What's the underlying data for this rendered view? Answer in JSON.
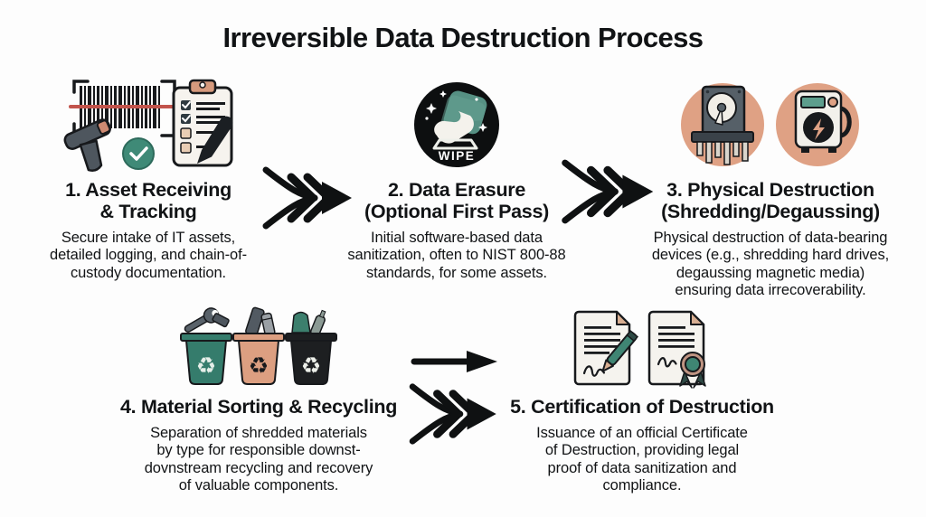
{
  "title": "Irreversible Data Destruction Process",
  "palette": {
    "background": "#fdfdfd",
    "text": "#111315",
    "teal": "#3f8573",
    "salmon": "#dfa184",
    "dark_gray": "#515a62",
    "black": "#17191c",
    "scan_red": "#c2544c",
    "paper": "#f4f1ec"
  },
  "steps": [
    {
      "id": 1,
      "icon_names": [
        "barcode-scanner-icon",
        "check-circle-icon",
        "clipboard-checklist-icon"
      ],
      "title_lines": [
        "1. Asset Receiving",
        "& Tracking"
      ],
      "body_lines": [
        "Secure intake of IT assets,",
        "detailed logging, and chain-of-",
        "custody documentation."
      ]
    },
    {
      "id": 2,
      "icon_names": [
        "wipe-badge-icon"
      ],
      "badge_label": "WIPE",
      "title_lines": [
        "2. Data Erasure",
        "(Optional First Pass)"
      ],
      "body_lines": [
        "Initial software-based data",
        "sanitization, often to NIST 800-88",
        "standards, for some assets."
      ]
    },
    {
      "id": 3,
      "icon_names": [
        "hdd-shredder-icon",
        "degausser-icon"
      ],
      "title_lines": [
        "3. Physical Destruction",
        "(Shredding/Degaussing)"
      ],
      "body_lines": [
        "Physical destruction of data-bearing",
        "devices (e.g., shredding hard drives,",
        "degaussing magnetic media)",
        "ensuring data irrecoverability."
      ]
    },
    {
      "id": 4,
      "icon_names": [
        "recycling-bins-icon"
      ],
      "recycle_symbol": "♻",
      "title_lines": [
        "4. Material Sorting & Recycling"
      ],
      "body_lines": [
        "Separation of shredded materials",
        "by type for responsible downst-",
        "dovnstream recycling and recovery",
        "of valuable components."
      ]
    },
    {
      "id": 5,
      "icon_names": [
        "signed-certificate-icon",
        "sealed-certificate-icon"
      ],
      "title_lines": [
        "5. Certification of Destruction"
      ],
      "body_lines": [
        "Issuance of an official Certificate",
        "of Destruction, providing legal",
        "proof of data sanitization and",
        "compliance."
      ]
    }
  ],
  "connectors": [
    {
      "from": 1,
      "to": 2,
      "icon": "double-chevron-arrow-icon"
    },
    {
      "from": 2,
      "to": 3,
      "icon": "double-chevron-arrow-icon"
    },
    {
      "from": 4,
      "to": 5,
      "icon": "straight-arrow-icon"
    },
    {
      "from": 4,
      "to": 5,
      "icon": "double-chevron-arrow-icon"
    }
  ]
}
